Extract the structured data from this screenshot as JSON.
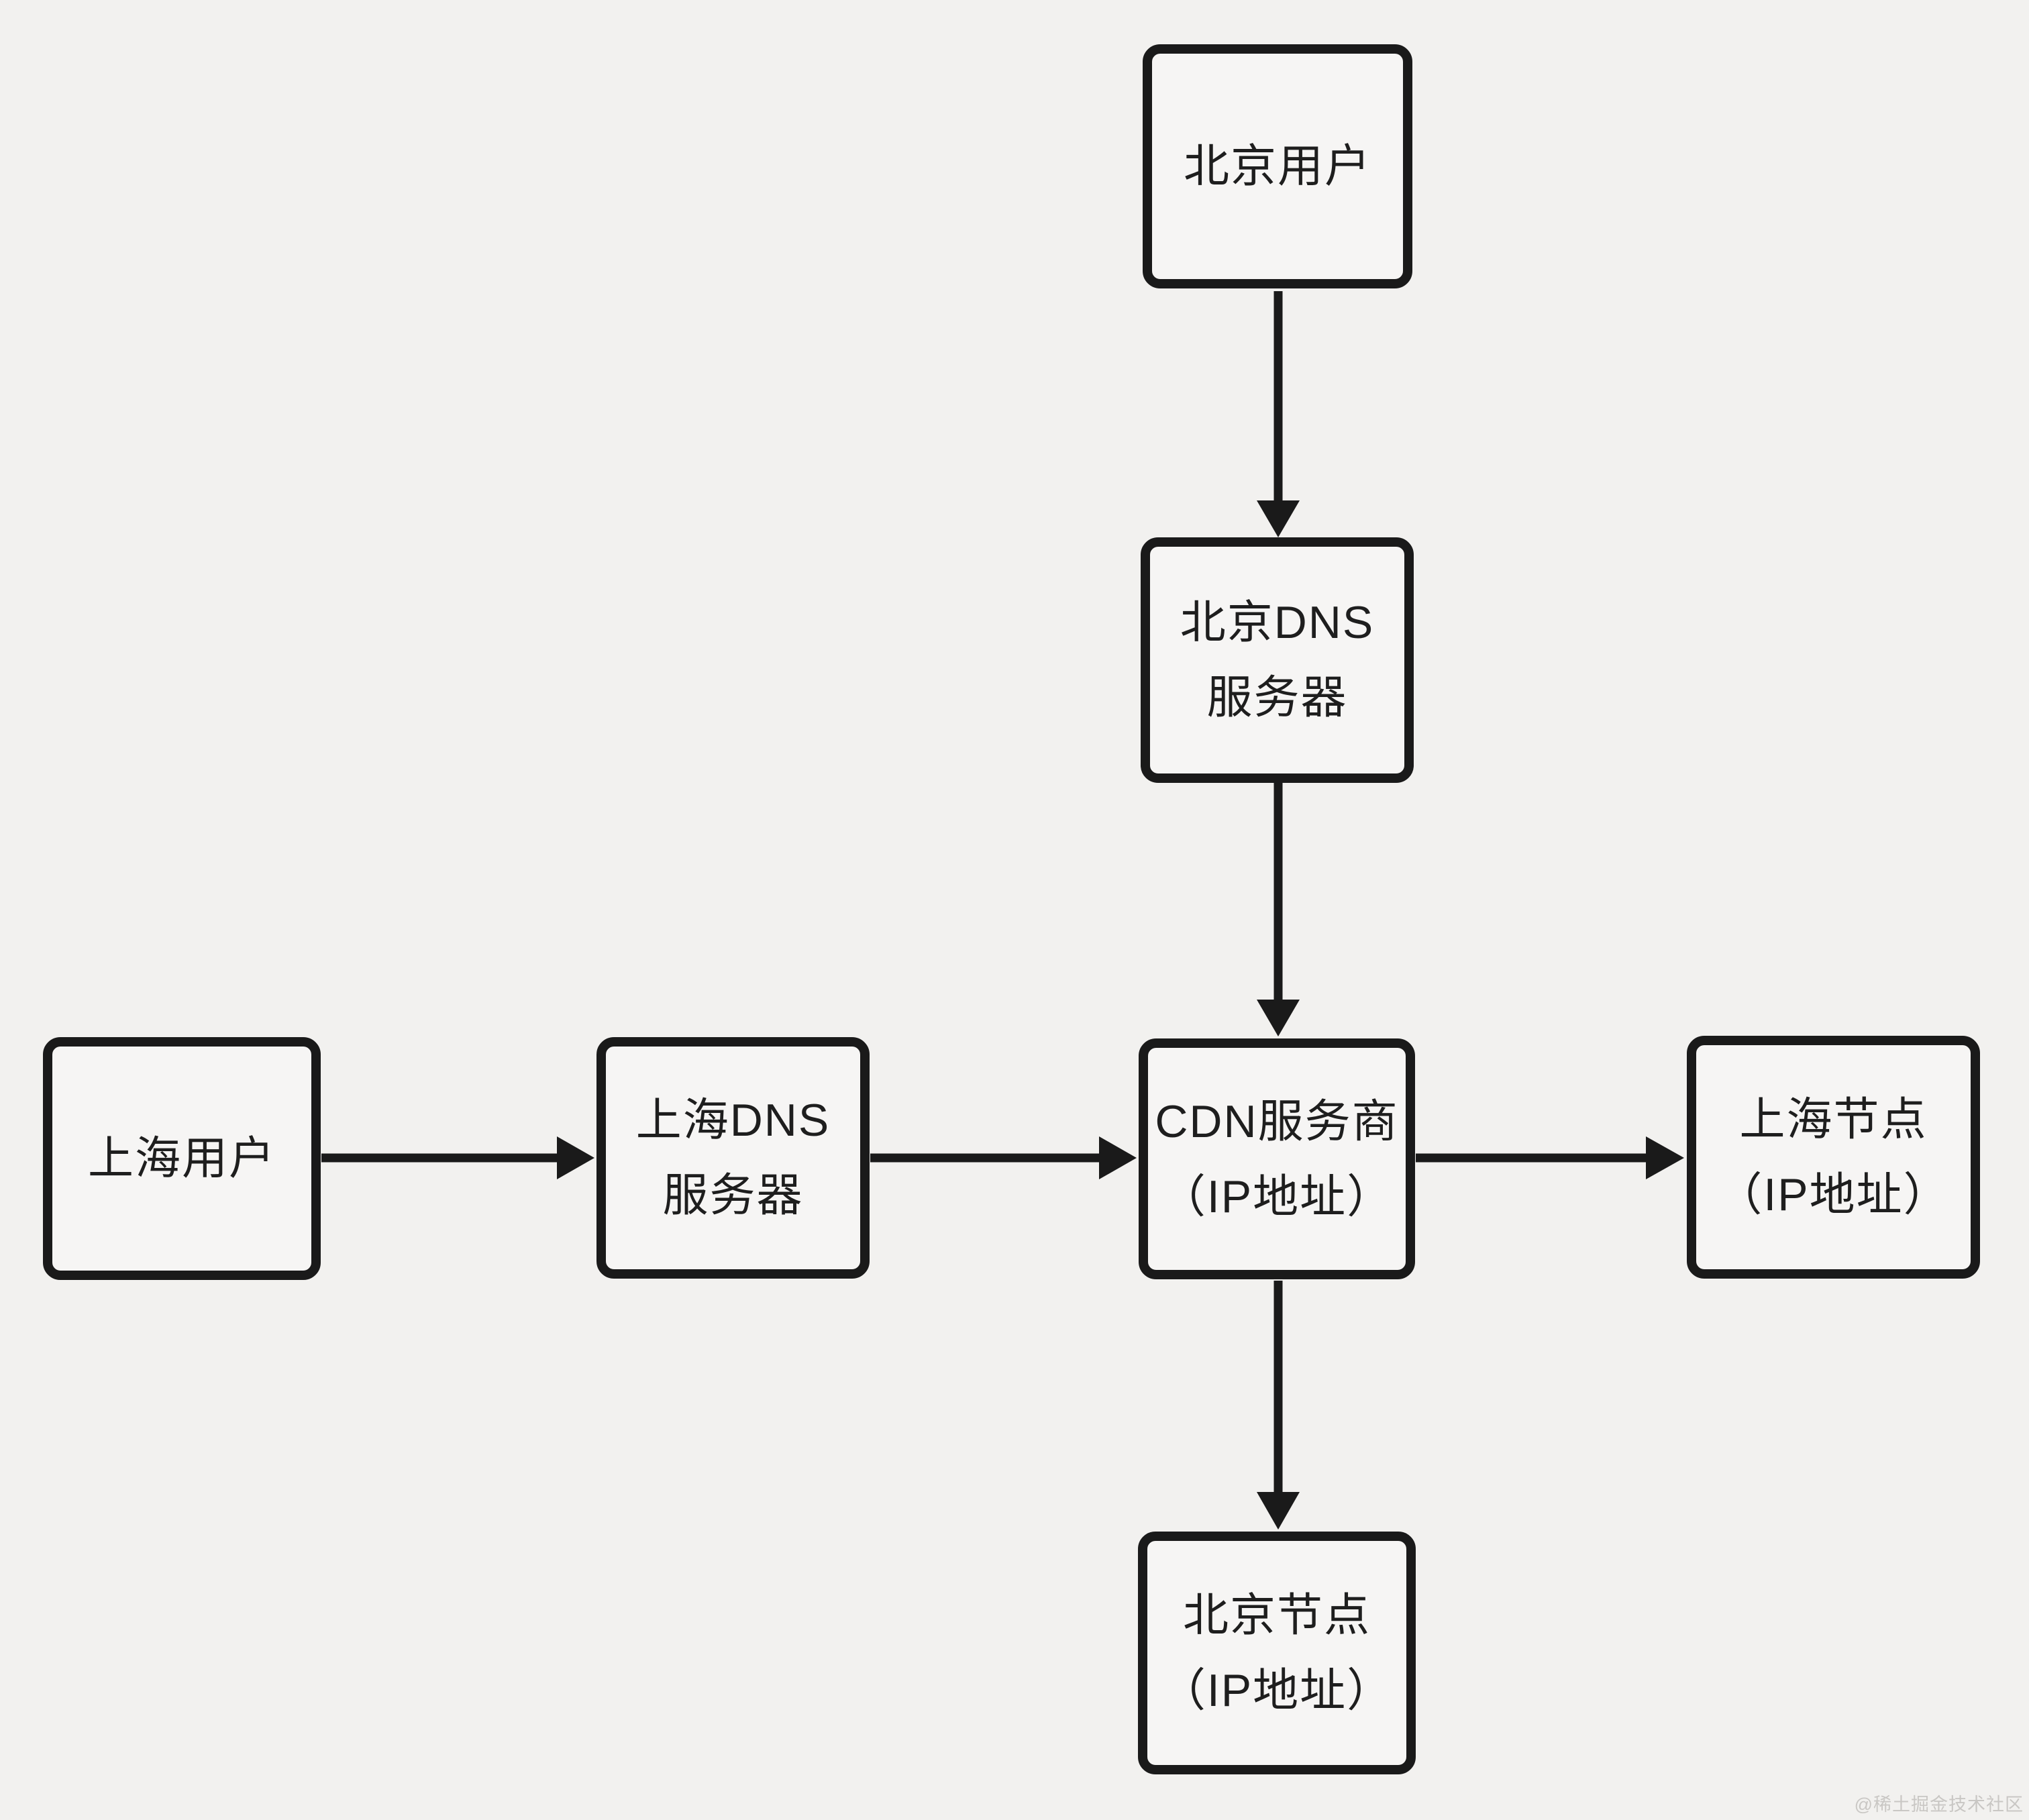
{
  "diagram": {
    "nodes": {
      "beijing_user": {
        "line1": "北京用户"
      },
      "beijing_dns": {
        "line1": "北京DNS",
        "line2": "服务器"
      },
      "shanghai_user": {
        "line1": "上海用户"
      },
      "shanghai_dns": {
        "line1": "上海DNS",
        "line2": "服务器"
      },
      "cdn_provider": {
        "line1": "CDN服务商",
        "line2": "（IP地址）"
      },
      "shanghai_node": {
        "line1": "上海节点",
        "line2": "（IP地址）"
      },
      "beijing_node": {
        "line1": "北京节点",
        "line2": "（IP地址）"
      }
    },
    "edges": [
      {
        "from": "北京用户",
        "to": "北京DNS服务器"
      },
      {
        "from": "北京DNS服务器",
        "to": "CDN服务商（IP地址）"
      },
      {
        "from": "上海用户",
        "to": "上海DNS服务器"
      },
      {
        "from": "上海DNS服务器",
        "to": "CDN服务商（IP地址）"
      },
      {
        "from": "CDN服务商（IP地址）",
        "to": "上海节点（IP地址）"
      },
      {
        "from": "CDN服务商（IP地址）",
        "to": "北京节点（IP地址）"
      }
    ],
    "watermark": "@稀土掘金技术社区",
    "colors": {
      "background": "#f2f1ef",
      "node_fill": "#f6f5f4",
      "stroke": "#1a1a1a",
      "watermark_text": "#c9c7c4"
    }
  }
}
